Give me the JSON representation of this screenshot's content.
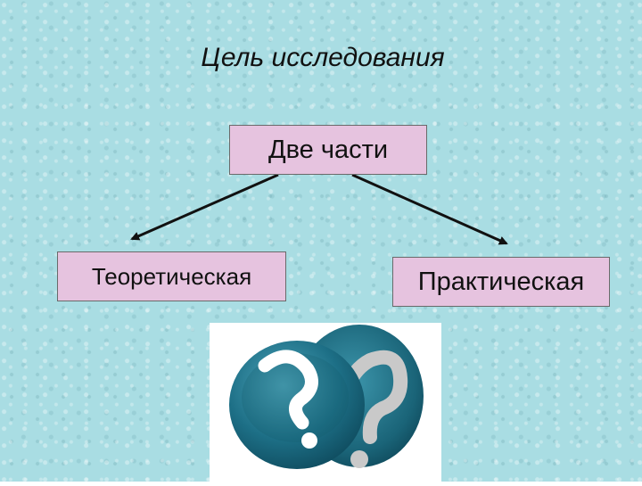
{
  "slide": {
    "title": "Цель исследования",
    "root_label": "Две части",
    "left_label": "Теоретическая",
    "right_label": "Практическая"
  },
  "colors": {
    "background": "#a9dde3",
    "box_fill": "#e6c3df",
    "emblem_teal": "#1d6f86",
    "question_mark": "#c8c8c8"
  },
  "emblem": {
    "icon": "question-sphere-icon"
  }
}
